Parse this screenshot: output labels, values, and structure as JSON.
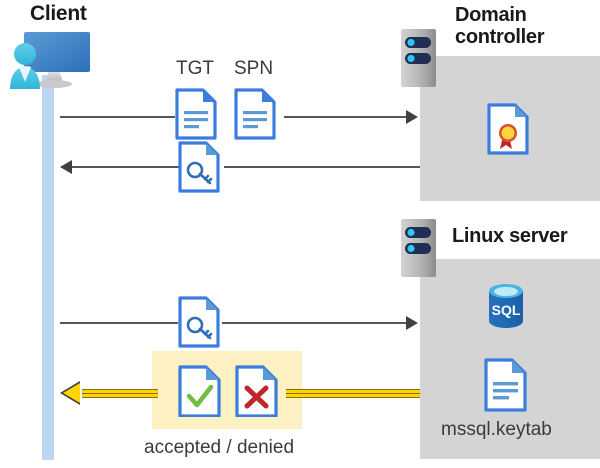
{
  "diagram": {
    "title_client": "Client",
    "title_domain_controller": "Domain\ncontroller",
    "title_domain_controller_line1": "Domain",
    "title_domain_controller_line2": "controller",
    "title_linux_server": "Linux server",
    "labels": {
      "tgt": "TGT",
      "spn": "SPN",
      "accepted_denied": "accepted / denied",
      "keytab": "mssql.keytab"
    },
    "icons": {
      "client": "client-workstation-icon",
      "server_dc": "server-chassis-icon",
      "server_linux": "server-chassis-icon",
      "tgt_doc": "document-icon",
      "spn_doc": "document-icon",
      "ticket_doc": "document-key-icon",
      "service_ticket_doc": "document-key-icon",
      "certificate_doc": "document-certificate-icon",
      "sql_db": "sql-database-icon",
      "keytab_doc": "document-icon",
      "accepted_doc": "document-check-icon",
      "denied_doc": "document-cross-icon"
    },
    "flows": [
      {
        "id": "flow-1",
        "direction": "right",
        "from": "client",
        "to": "domain-controller",
        "carries": [
          "TGT",
          "SPN"
        ]
      },
      {
        "id": "flow-2",
        "direction": "left",
        "from": "domain-controller",
        "to": "client",
        "carries": [
          "service-ticket"
        ]
      },
      {
        "id": "flow-3",
        "direction": "right",
        "from": "client",
        "to": "linux-server",
        "carries": [
          "service-ticket"
        ]
      },
      {
        "id": "flow-4",
        "direction": "left",
        "from": "linux-server",
        "to": "client",
        "carries": [
          "accepted",
          "denied"
        ],
        "highlight": true
      }
    ],
    "colors": {
      "panel_gray": "#d4d4d4",
      "lifeline_blue": "#bcd8f5",
      "highlight_yellow": "#fdf0c2",
      "arrow_yellow": "#ffd400",
      "arrow_dark": "#3f3f44",
      "doc_blue": "#3b7ddd",
      "sql_blue": "#1b74bb",
      "check_green": "#6fbf44",
      "cross_red": "#c0272d",
      "seal_gold": "#ffd23f",
      "title_black": "#1a1a1a"
    }
  }
}
